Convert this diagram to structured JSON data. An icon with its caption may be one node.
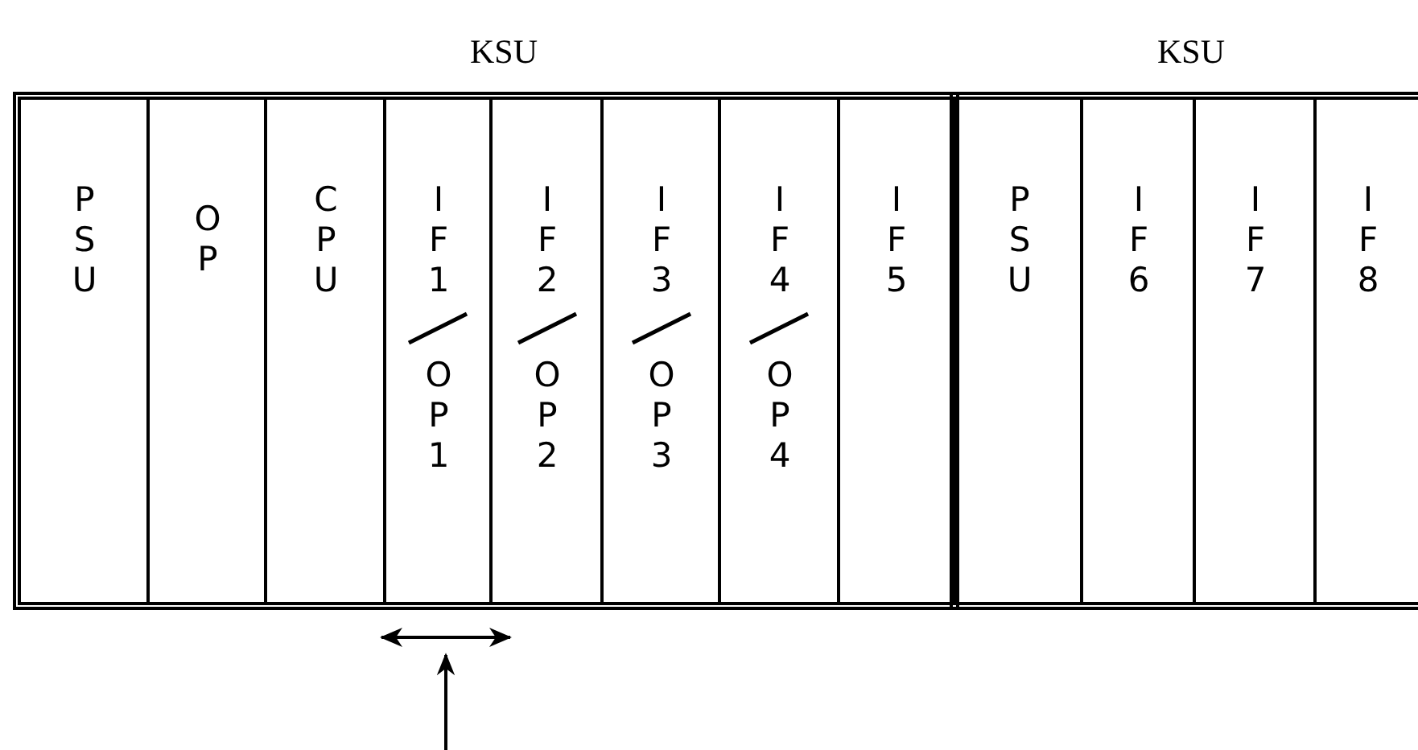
{
  "diagram": {
    "nodes": [
      {
        "text": [
          "KSU"
        ]
      },
      {
        "text": [
          "PSU"
        ],
        "in": 0
      },
      {
        "text": [
          "OP"
        ],
        "in": 0
      },
      {
        "text": [
          "CPU"
        ],
        "in": 0
      },
      {
        "text": [
          "IF1",
          "OP1"
        ],
        "in": 0
      },
      {
        "text": [
          "IF2",
          "OP2"
        ],
        "in": 0
      },
      {
        "text": [
          "IF3",
          "OP3"
        ],
        "in": 0
      },
      {
        "text": [
          "IF4",
          "OP4"
        ],
        "in": 0
      },
      {
        "text": [
          "IF5"
        ],
        "in": 0
      },
      {
        "text": [
          "KSU"
        ]
      },
      {
        "text": [
          "PSU"
        ],
        "in": 9
      },
      {
        "text": [
          "IF6"
        ],
        "in": 9
      },
      {
        "text": [
          "IF7"
        ],
        "in": 9
      },
      {
        "text": [
          "IF8"
        ],
        "in": 9
      },
      {
        "text": [],
        "shape": "arrow"
      }
    ],
    "edges": [
      {
        "from": null,
        "to": 14,
        "arrow": "to"
      }
    ]
  }
}
